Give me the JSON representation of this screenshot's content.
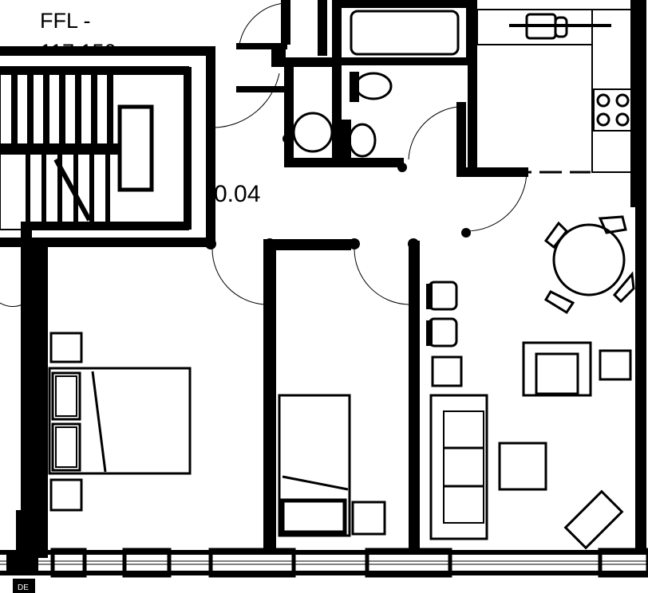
{
  "plan": {
    "ffl_label": "FFL -",
    "ffl_value": "117.150",
    "room_number": "0.04",
    "north_tag": "DE"
  }
}
